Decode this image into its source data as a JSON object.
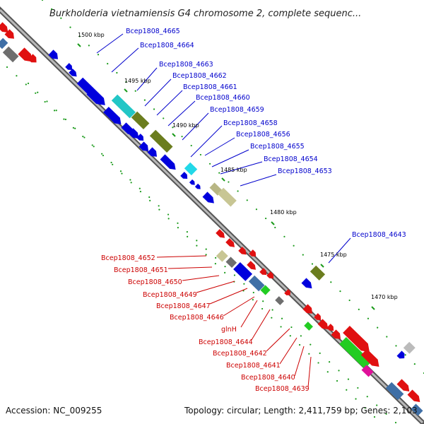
{
  "title": "Burkholderia vietnamiensis G4 chromosome 2, complete sequenc...",
  "footer": {
    "accession": "Accession: NC_009255",
    "topology": "Topology: circular; Length: 2,411,759 bp; Genes: 2,103"
  },
  "colors": {
    "backbone": "#7a7a7a",
    "label_blue": "#0000cc",
    "label_red": "#cc0000",
    "tick": "#1a9a1a"
  },
  "ticks": [
    "1500 kbp",
    "1495 kbp",
    "1490 kbp",
    "1485 kbp",
    "1480 kbp",
    "1475 kbp",
    "1470 kbp"
  ],
  "labels_top": [
    "Bcep1808_4665",
    "Bcep1808_4664",
    "Bcep1808_4663",
    "Bcep1808_4662",
    "Bcep1808_4661",
    "Bcep1808_4660",
    "Bcep1808_4659",
    "Bcep1808_4658",
    "Bcep1808_4656",
    "Bcep1808_4655",
    "Bcep1808_4654",
    "Bcep1808_4653",
    "Bcep1808_4643"
  ],
  "labels_bottom": [
    "Bcep1808_4652",
    "Bcep1808_4651",
    "Bcep1808_4650",
    "Bcep1808_4649",
    "Bcep1808_4647",
    "Bcep1808_4646",
    "glnH",
    "Bcep1808_4644",
    "Bcep1808_4642",
    "Bcep1808_4641",
    "Bcep1808_4640",
    "Bcep1808_4639"
  ]
}
